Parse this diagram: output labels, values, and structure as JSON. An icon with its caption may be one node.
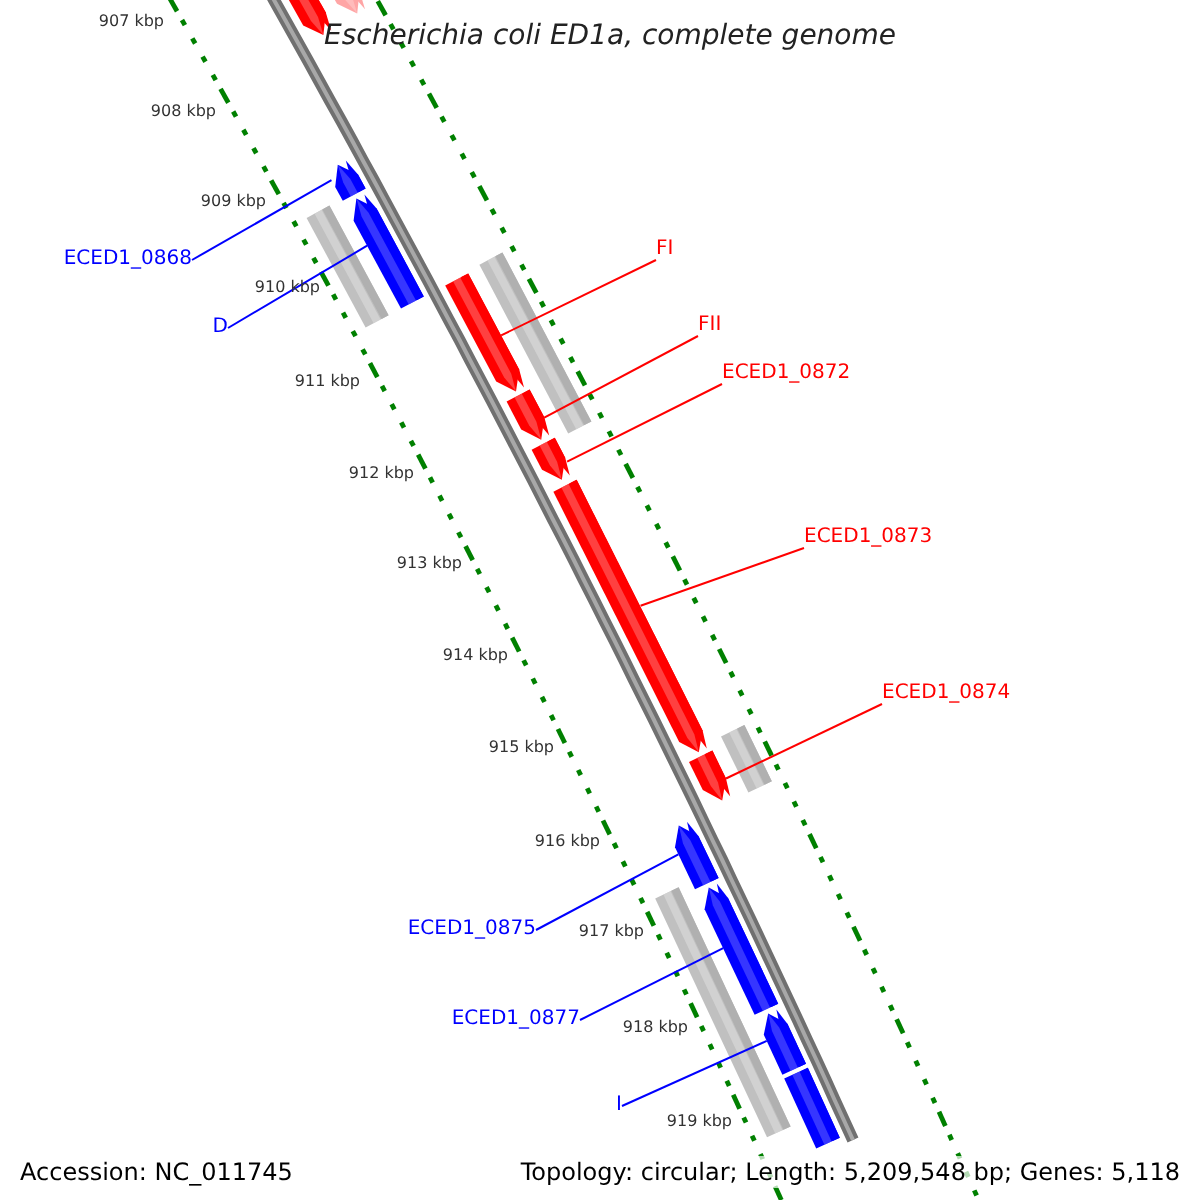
{
  "diagram": {
    "title": "Escherichia coli ED1a, complete genome",
    "nodes": [
      {
        "text": [
          "FI"
        ]
      },
      {
        "text": [
          "ECED1_0868"
        ]
      },
      {
        "text": [
          "FII"
        ]
      },
      {
        "text": [
          "D"
        ]
      },
      {
        "text": [
          "ECED1_0872"
        ]
      },
      {
        "text": [
          "ECED1_0873"
        ]
      },
      {
        "text": [
          "ECED1_0874"
        ]
      },
      {
        "text": [
          "ECED1_0875"
        ]
      },
      {
        "text": [
          "ECED1_0877"
        ]
      },
      {
        "text": [
          "I"
        ]
      },
      {
        "text": [],
        "shape": "bar"
      },
      {
        "text": [],
        "shape": "bar"
      },
      {
        "text": [],
        "shape": "bar"
      },
      {
        "text": [],
        "shape": "bar"
      },
      {
        "text": [],
        "shape": "bar"
      },
      {
        "text": [],
        "shape": "bar"
      },
      {
        "text": [],
        "shape": "bar"
      },
      {
        "text": [],
        "shape": "bar"
      },
      {
        "text": [],
        "shape": "bar"
      },
      {
        "text": [],
        "shape": "bar"
      },
      {
        "text": [],
        "shape": "bar"
      },
      {
        "text": [],
        "shape": "bar"
      },
      {
        "text": [],
        "shape": "bar"
      },
      {
        "text": [],
        "shape": "bar"
      },
      {
        "text": [],
        "shape": "bar"
      },
      {
        "text": [],
        "shape": "bar"
      },
      {
        "text": [],
        "shape": "bar"
      }
    ],
    "edges": [
      {
        "from": 0,
        "to": 16,
        "arrow": "none",
        "color": "#ff0000"
      },
      {
        "from": 1,
        "to": 12,
        "arrow": "none",
        "color": "#0000ff"
      },
      {
        "from": 2,
        "to": 17,
        "arrow": "none",
        "color": "#ff0000"
      },
      {
        "from": 3,
        "to": 13,
        "arrow": "none",
        "color": "#0000ff"
      },
      {
        "from": 4,
        "to": 18,
        "arrow": "none",
        "color": "#ff0000"
      },
      {
        "from": 5,
        "to": 19,
        "arrow": "none",
        "color": "#ff0000"
      },
      {
        "from": 6,
        "to": 21,
        "arrow": "none",
        "color": "#ff0000"
      },
      {
        "from": 7,
        "to": 22,
        "arrow": "none",
        "color": "#0000ff"
      },
      {
        "from": 8,
        "to": 23,
        "arrow": "none",
        "color": "#0000ff"
      },
      {
        "from": 9,
        "to": 25,
        "arrow": "none",
        "color": "#0000ff"
      }
    ],
    "labels": [
      "907 kbp",
      "908 kbp",
      "909 kbp",
      "910 kbp",
      "911 kbp",
      "912 kbp",
      "913 kbp",
      "914 kbp",
      "915 kbp",
      "916 kbp",
      "917 kbp",
      "918 kbp",
      "919 kbp",
      "Accession: NC_011745",
      "Topology: circular; Length: 5,209,548 bp; Genes: 5,118"
    ]
  }
}
